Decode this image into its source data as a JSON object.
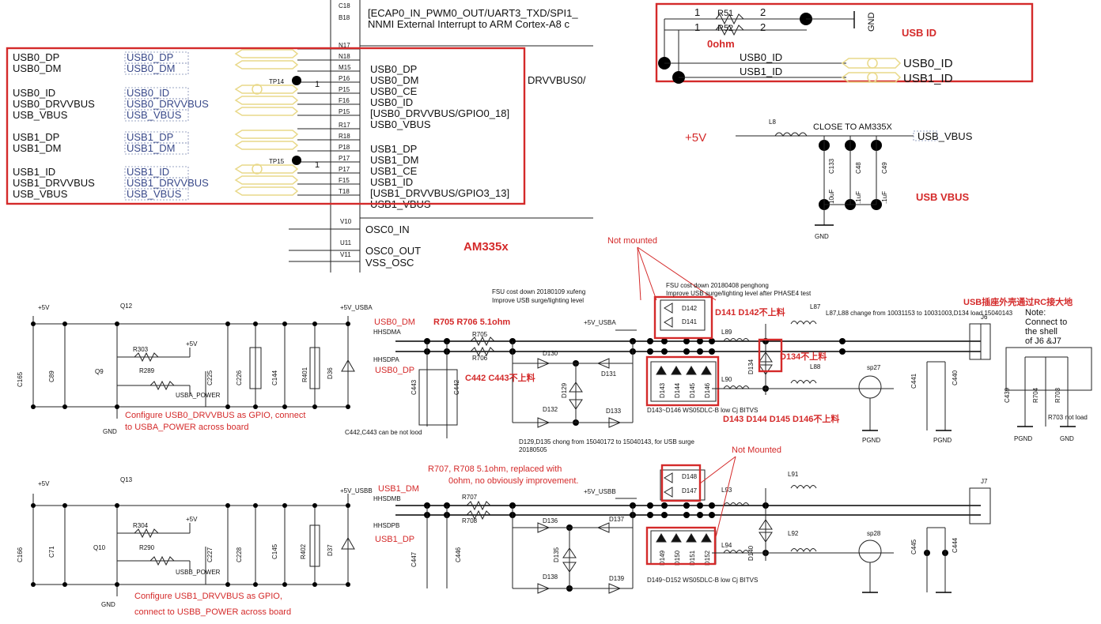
{
  "am335x": {
    "top_pins": [
      {
        "pin": "C18",
        "net": ""
      },
      {
        "pin": "B18",
        "net": "[ECAP0_IN_PWM0_OUT/UART3_TXD/SPI1_"
      },
      {
        "pin": "",
        "net": "NNMI   External Interrupt to ARM Cortex-A8 c"
      }
    ],
    "pins": [
      {
        "pin": "N17",
        "net": ""
      },
      {
        "pin": "N18",
        "net": "USB0_DP"
      },
      {
        "pin": "M15",
        "net": "USB0_DM"
      },
      {
        "pin": "P16",
        "net": "USB0_CE"
      },
      {
        "pin": "P15",
        "net": "USB0_ID"
      },
      {
        "pin": "F16",
        "net": "[USB0_DRVVBUS/GPIO0_18]"
      },
      {
        "pin": "P15",
        "net": "USB0_VBUS"
      },
      {
        "pin": "R17",
        "net": ""
      },
      {
        "pin": "R18",
        "net": "USB1_DP"
      },
      {
        "pin": "P18",
        "net": "USB1_DM"
      },
      {
        "pin": "P17",
        "net": "USB1_CE"
      },
      {
        "pin": "P17",
        "net": "USB1_ID"
      },
      {
        "pin": "F15",
        "net": "[USB1_DRVVBUS/GPIO3_13]"
      },
      {
        "pin": "T18",
        "net": "USB1_VBUS"
      }
    ],
    "osc_pins": [
      {
        "pin": "V10",
        "net": "OSC0_IN"
      },
      {
        "pin": "U11",
        "net": "OSC0_OUT"
      },
      {
        "pin": "V11",
        "net": "VSS_OSC"
      }
    ],
    "drvvbus_label": "DRVVBUS0/",
    "chip_label": "AM335x",
    "left_nets": [
      "USB0_DP",
      "USB0_DM",
      "USB0_ID",
      "USB0_DRVVBUS",
      "USB_VBUS",
      "USB1_DP",
      "USB1_DM",
      "USB1_ID",
      "USB1_DRVVBUS",
      "USB_VBUS"
    ],
    "tp14": "TP14",
    "tp15": "TP15",
    "tp_pin": "1"
  },
  "usb_id": {
    "r51": "R51",
    "r52": "R52",
    "pin1": "1",
    "pin2": "2",
    "value": "0ohm",
    "gnd": "GND",
    "net0": "USB0_ID",
    "net1": "USB1_ID",
    "port0": "USB0_ID",
    "port1": "USB1_ID",
    "title": "USB ID"
  },
  "usb_vbus": {
    "supply": "+5V",
    "inductor": "L8",
    "close_to": "CLOSE TO AM335X",
    "net": "USB_VBUS",
    "caps": [
      {
        "ref": "C133",
        "value": "10uF"
      },
      {
        "ref": "C48",
        "value": ".1uF"
      },
      {
        "ref": "C49",
        "value": ".1uF"
      }
    ],
    "gnd": "GND",
    "title": "USB VBUS"
  },
  "notes": {
    "not_mounted_top": "Not mounted",
    "not_mounted_bottom": "Not Mounted",
    "fsu1_line1": "FSU cost down 20180109 xufeng",
    "fsu1_line2": "Improve USB surge/lighting level",
    "fsu2_line1": "FSU cost down 20180408 penghong",
    "fsu2_line2": "Improve USB surge/lighting level after PHASE4 test",
    "d141_d142": "D141 D142不上料",
    "l87_note": "L87,L88 change from 10031153 to 10031003,D134 load 15040143",
    "shell_note_cn": "USB插座外壳通过RC接大地",
    "shell_note_en": [
      "Note:",
      "Connect to",
      "the shell",
      "of J6 &J7"
    ],
    "r705_r706": "R705 R706  5.1ohm",
    "c442_c443": "C442 C443不上料",
    "d134": "D134不上料",
    "d143_d146": "D143 D144 D145 D146不上料",
    "tvs_a": "D143~D146 WS05DLC-B   low Cj BITVS",
    "tvs_b": "D149~D152 WS05DLC-B   low Cj BITVS",
    "c442_load": "C442,C443 can be not lood",
    "d129_change": "D129,D135 chong from 15040172 to 15040143, for USB surge",
    "d129_date": "20180505",
    "config0_line1": "Configure USB0_DRVVBUS as GPIO, connect",
    "config0_line2": "to USBA_POWER across board",
    "config1_line1": "Configure USB1_DRVVBUS as GPIO,",
    "config1_line2": "connect to USBB_POWER across board",
    "r707_line1": "R707, R708 5.1ohm, replaced with",
    "r707_line2": "0ohm, no obviously improvement.",
    "r703_not_load": "R703 not load"
  },
  "circuit_a": {
    "plus5v": "+5V",
    "plus5v_usb": "+5V_USBA",
    "q_switch": "Q12",
    "q_drive": "Q9",
    "r_top": "R303",
    "r_bottom": "R289",
    "plus5v_r": "+5V",
    "power_net": "USBA_POWER",
    "caps_left": [
      "C165",
      "C89"
    ],
    "caps_right": [
      "C225",
      "C226",
      "C144",
      "R401",
      "D36"
    ],
    "gnd": "GND",
    "dm_label": "USB0_DM",
    "dp_label": "USB0_DP",
    "hhsdm": "HHSDMA",
    "hhsdp": "HHSDPA",
    "r705": "R705",
    "r706": "R706",
    "c443": "C443",
    "c442": "C442",
    "d130": "D130",
    "d131": "D131",
    "d129": "D129",
    "d132": "D132",
    "d133": "D133",
    "vbus": "+5V_USBA",
    "d142": "D142",
    "d141": "D141",
    "tvs": [
      "D143",
      "D144",
      "D145",
      "D146"
    ],
    "l89": "L89",
    "l90": "L90",
    "l87": "L87",
    "l88": "L88",
    "d134": "D134",
    "sp": "sp27",
    "c441": "C441",
    "c440": "C440",
    "pgnd": "PGND",
    "j": "J6",
    "shell_parts": [
      "C439",
      "R704",
      "R703"
    ]
  },
  "circuit_b": {
    "plus5v": "+5V",
    "plus5v_usb": "+5V_USBB",
    "q_switch": "Q13",
    "q_drive": "Q10",
    "r_top": "R304",
    "r_bottom": "R290",
    "plus5v_r": "+5V",
    "power_net": "USBB_POWER",
    "caps_left": [
      "C166",
      "C71"
    ],
    "caps_right": [
      "C227",
      "C228",
      "C145",
      "R402",
      "D37"
    ],
    "gnd": "GND",
    "dm_label": "USB1_DM",
    "dp_label": "USB1_DP",
    "hhsdm": "HHSDMB",
    "hhsdp": "HHSDPB",
    "r707": "R707",
    "r708": "R708",
    "c447": "C447",
    "c446": "C446",
    "d136": "D136",
    "d137": "D137",
    "d135": "D135",
    "d138": "D138",
    "d139": "D139",
    "vbus": "+5V_USBB",
    "d148": "D148",
    "d147": "D147",
    "tvs": [
      "D149",
      "D150",
      "D151",
      "D152"
    ],
    "l93": "L93",
    "l94": "L94",
    "l91": "L91",
    "l92": "L92",
    "d140": "D140",
    "sp": "sp28",
    "c445": "C445",
    "c444": "C444",
    "j": "J7"
  }
}
